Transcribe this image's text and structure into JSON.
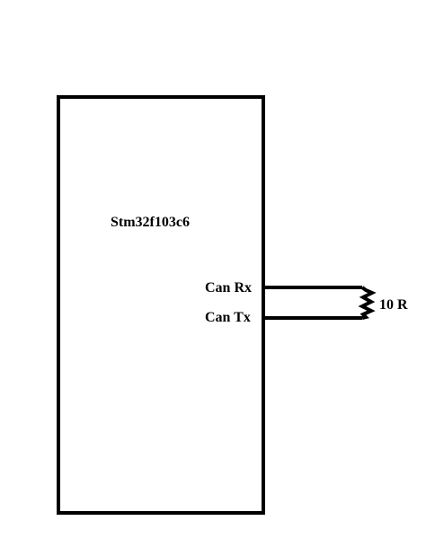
{
  "chip": {
    "name": "Stm32f103c6"
  },
  "pins": {
    "can_rx": "Can Rx",
    "can_tx": "Can Tx"
  },
  "resistor": {
    "label": "10 R"
  },
  "colors": {
    "stroke": "#000000",
    "background": "#ffffff"
  }
}
